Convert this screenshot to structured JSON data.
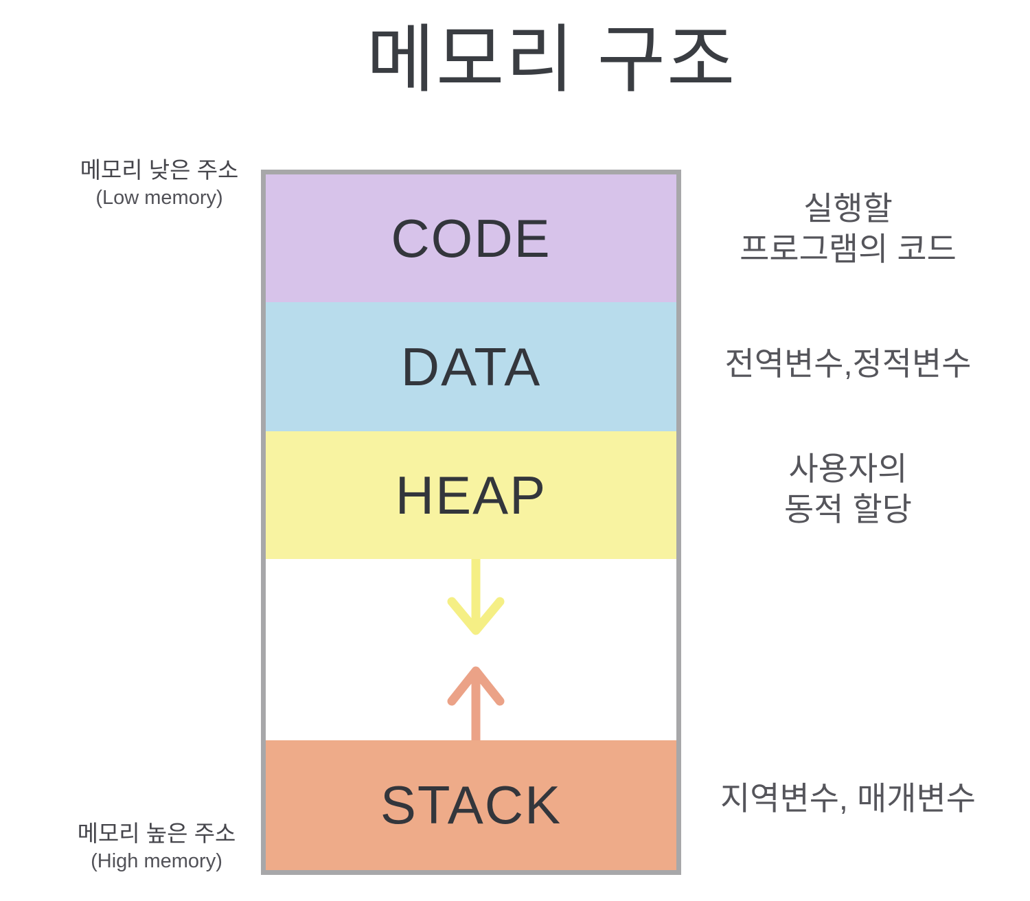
{
  "title": "메모리 구조",
  "left_labels": {
    "low": {
      "korean": "메모리 낮은 주소",
      "english": "(Low memory)"
    },
    "high": {
      "korean": "메모리 높은 주소",
      "english": "(High memory)"
    }
  },
  "blocks": [
    {
      "label": "CODE",
      "description": "실행할\n프로그램의 코드",
      "color": "#d7c3ea"
    },
    {
      "label": "DATA",
      "description": "전역변수,정적변수",
      "color": "#b8dcec"
    },
    {
      "label": "HEAP",
      "description": "사용자의\n동적 할당",
      "color": "#f8f3a1"
    },
    {
      "label": "STACK",
      "description": "지역변수, 매개변수",
      "color": "#eeab89"
    }
  ],
  "arrows": {
    "heap_down": {
      "meaning": "heap-grows-downward",
      "color": "#f5ef85"
    },
    "stack_up": {
      "meaning": "stack-grows-upward",
      "color": "#eba287"
    }
  },
  "box_border_color": "#a7a7a9"
}
